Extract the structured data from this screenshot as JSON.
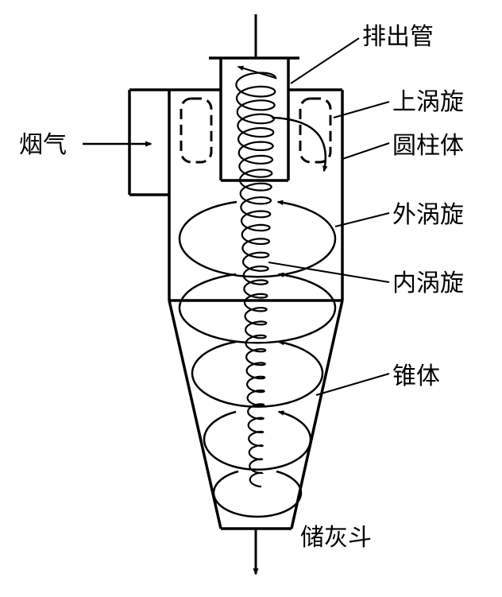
{
  "labels": {
    "exhaust_pipe": "排出管",
    "upper_vortex": "上涡旋",
    "cylinder": "圆柱体",
    "flue_gas": "烟气",
    "outer_vortex": "外涡旋",
    "inner_vortex": "内涡旋",
    "cone": "锥体",
    "ash_hopper": "储灰斗"
  }
}
